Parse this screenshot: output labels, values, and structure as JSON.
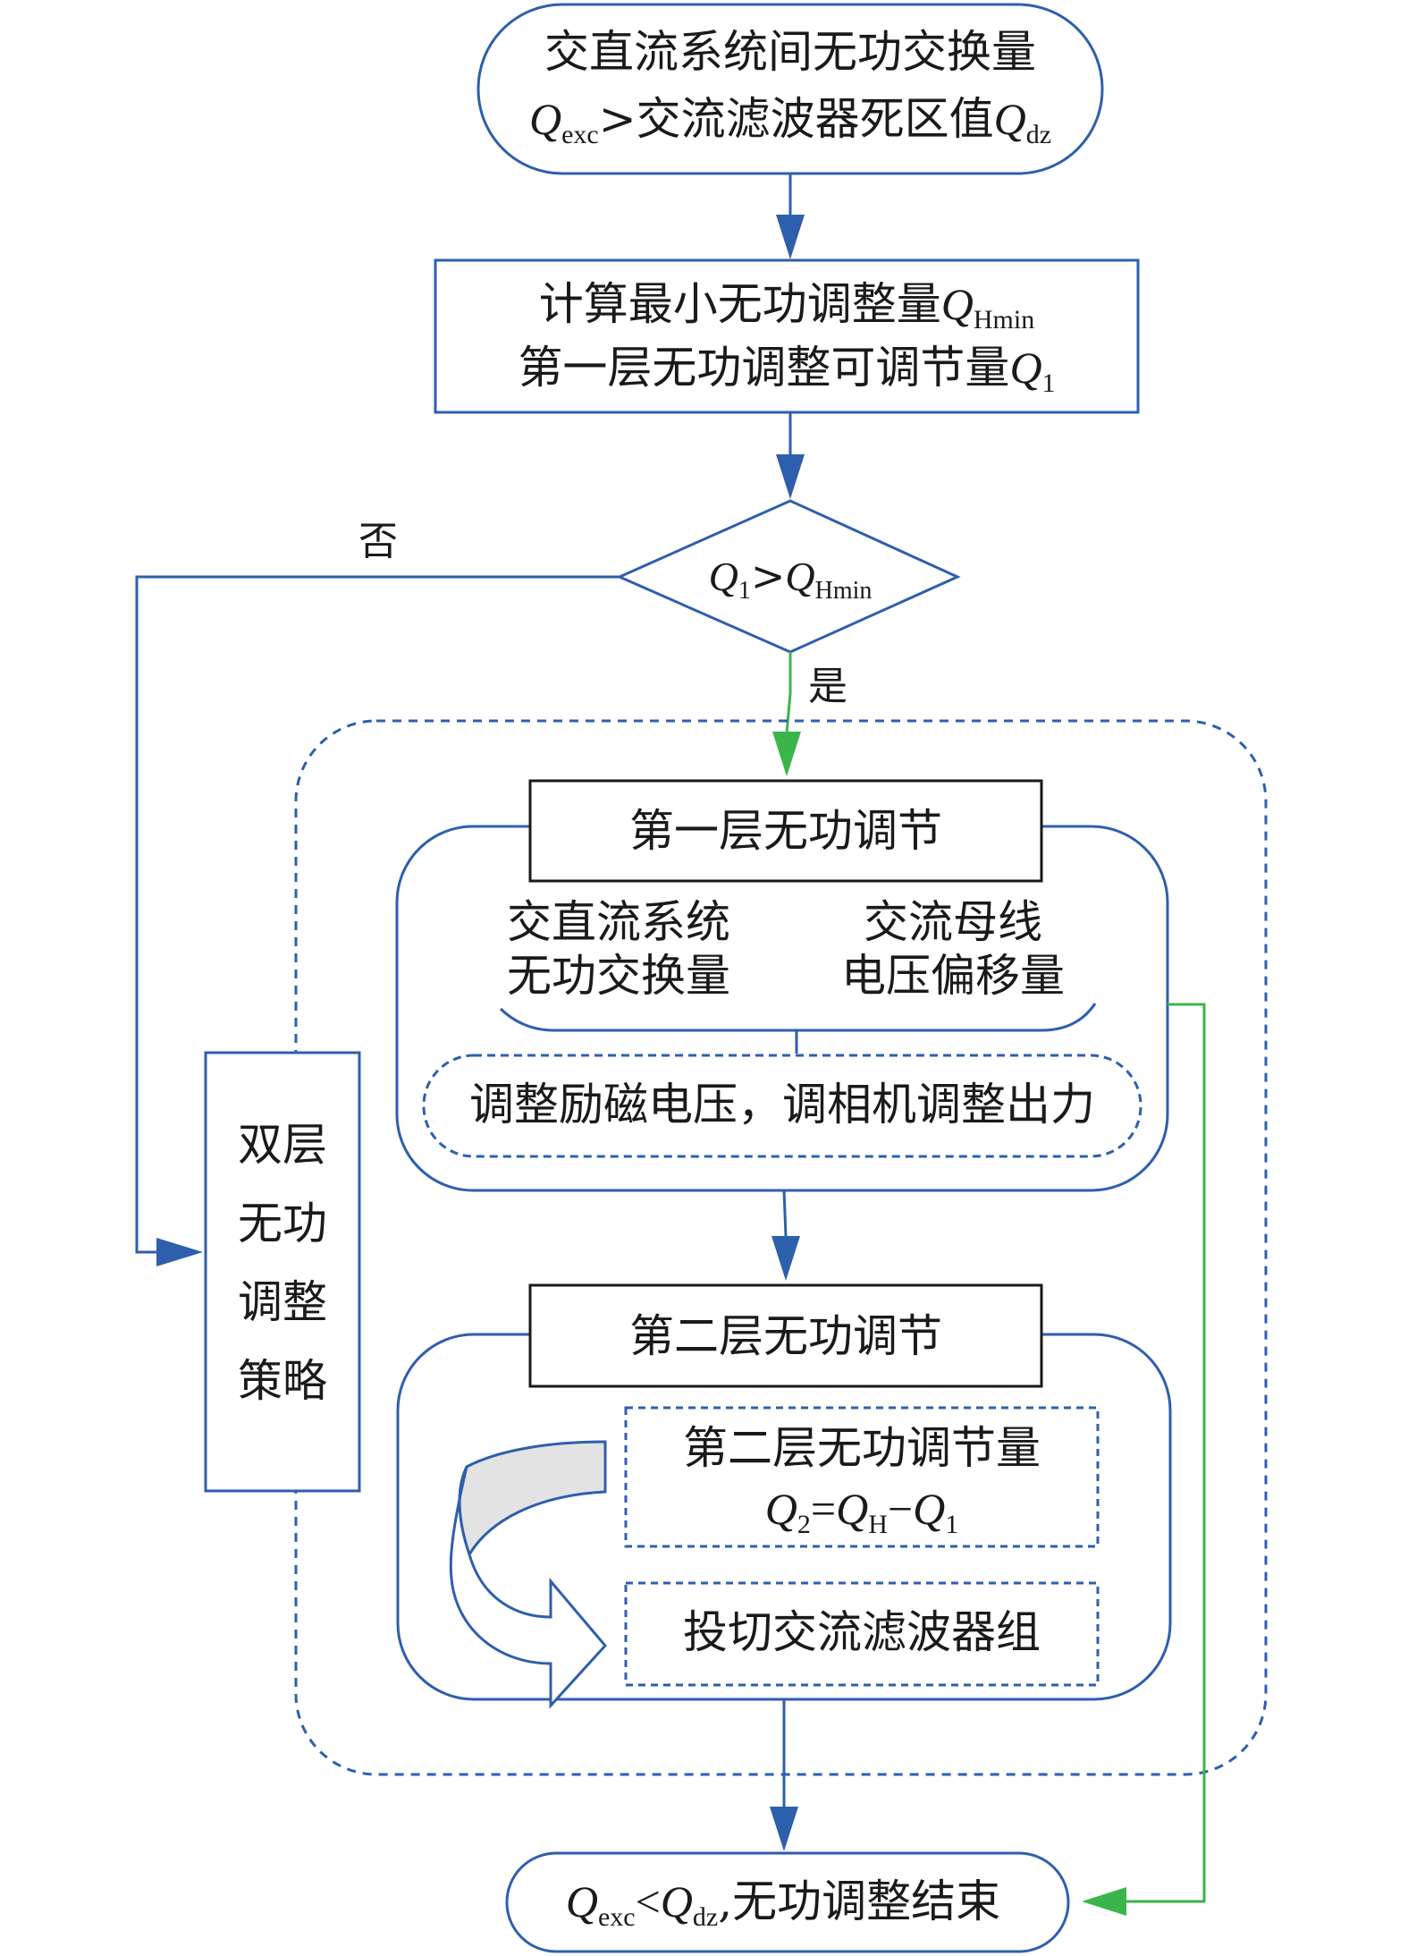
{
  "start": {
    "line1": "交直流系统间无功交换量",
    "line2": {
      "q_exc": "Q",
      "exc": "exc",
      "gt": ">交流滤波器死区值",
      "q_dz": "Q",
      "dz": "dz"
    }
  },
  "calc": {
    "line1": {
      "text": "计算最小无功调整量",
      "q": "Q",
      "sub": "Hmin"
    },
    "line2": {
      "text": "第一层无功调整可调节量",
      "q": "Q",
      "sub": "1"
    }
  },
  "decision": {
    "q1": "Q",
    "s1": "1",
    "gt": ">",
    "qh": "Q",
    "sh": "Hmin"
  },
  "labels": {
    "no": "否",
    "yes": "是"
  },
  "layer1": {
    "title": "第一层无功调节",
    "left_line1": "交直流系统",
    "left_line2": "无功交换量",
    "right_line1": "交流母线",
    "right_line2": "电压偏移量",
    "action": "调整励磁电压，调相机调整出力"
  },
  "strategy": {
    "line1": "双层",
    "line2": "无功",
    "line3": "调整",
    "line4": "策略"
  },
  "layer2": {
    "title": "第二层无功调节",
    "amount_line1": "第二层无功调节量",
    "formula": {
      "q2": "Q",
      "s2": "2",
      "eq": "=",
      "qh": "Q",
      "sh": "H",
      "minus": "−",
      "q1": "Q",
      "s1": "1"
    },
    "action": "投切交流滤波器组"
  },
  "end": {
    "q_exc": "Q",
    "exc": "exc",
    "lt": "<",
    "q_dz": "Q",
    "dz": "dz",
    "text": ",无功调整结束"
  },
  "colors": {
    "blue": "#2e5fac",
    "green": "#3bb54a",
    "black": "#1a1a1a",
    "gray": "#e3e3e3"
  }
}
